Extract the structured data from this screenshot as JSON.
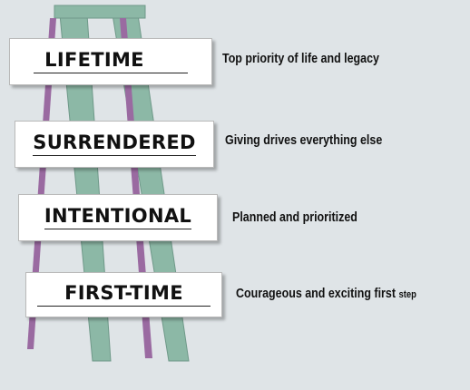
{
  "colors": {
    "background": "#dfe4e7",
    "ladder_front": "#9a6aa1",
    "ladder_back": "#8cb8a6"
  },
  "steps": [
    {
      "label": "LIFETIME",
      "description": "Top priority of life and legacy",
      "description_suffix": ""
    },
    {
      "label": "SURRENDERED",
      "description": "Giving drives everything else",
      "description_suffix": ""
    },
    {
      "label": "INTENTIONAL",
      "description": "Planned and prioritized",
      "description_suffix": ""
    },
    {
      "label": "FIRST-TIME",
      "description": "Courageous and exciting first ",
      "description_suffix": "step"
    }
  ]
}
